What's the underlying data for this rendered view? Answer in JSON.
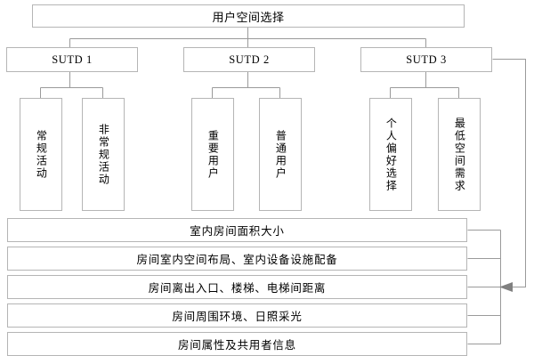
{
  "diagram": {
    "title": "用户空间选择",
    "root": {
      "label": "用户空间选择"
    },
    "level2": [
      {
        "label": "SUTD 1"
      },
      {
        "label": "SUTD 2"
      },
      {
        "label": "SUTD 3"
      }
    ],
    "leaves": [
      {
        "label": "常规活动"
      },
      {
        "label": "非常规活动"
      },
      {
        "label": "重要用户"
      },
      {
        "label": "普通用户"
      },
      {
        "label": "个人偏好选择"
      },
      {
        "label": "最低空间需求"
      }
    ],
    "attributes": [
      {
        "label": "室内房间面积大小"
      },
      {
        "label": "房间室内空间布局、室内设备设施配备"
      },
      {
        "label": "房间离出入口、楼梯、电梯间距离"
      },
      {
        "label": "房间周围环境、日照采光"
      },
      {
        "label": "房间属性及共用者信息"
      }
    ],
    "colors": {
      "border": "#b5b5b5",
      "line": "#9a9a9a",
      "arrow": "#808080",
      "text": "#000000",
      "background": "#ffffff"
    }
  }
}
